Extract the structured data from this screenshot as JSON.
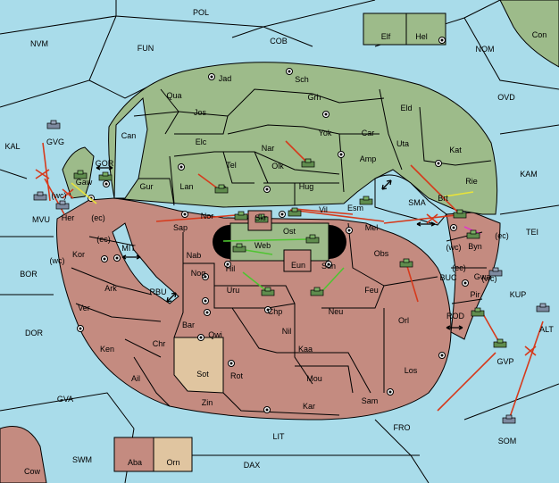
{
  "colors": {
    "sea": "#a9dcea",
    "green": "#9dbb8a",
    "red": "#c48b80",
    "tan": "#e0c5a0",
    "order_red": "#d63a1c",
    "order_green": "#4fc431",
    "order_yellow": "#e8e33a",
    "order_magenta": "#e03ac8",
    "neutral": "#ffffff"
  },
  "sea_labels": [
    "POL",
    "COB",
    "NVM",
    "FUN",
    "NOM",
    "OVD",
    "KAL",
    "KAM",
    "BOR",
    "TEI",
    "DOR",
    "GVA",
    "FRO",
    "SWM",
    "LIT",
    "DAX",
    "SMA",
    "MIT",
    "GOR",
    "RBU",
    "BUC",
    "ROD",
    "ALT",
    "KUP",
    "GVP",
    "SOM",
    "GVG",
    "MVU"
  ],
  "green_labels": [
    "Jad",
    "Sch",
    "Qua",
    "Grh",
    "Jos",
    "Eld",
    "Can",
    "Car",
    "Yok",
    "Elc",
    "Nar",
    "Uta",
    "Kat",
    "Amp",
    "Tel",
    "Olk",
    "Lan",
    "Hug",
    "Gur",
    "Rie",
    "Esm",
    "Brt",
    "Elf",
    "Hel",
    "Con",
    "Gaw"
  ],
  "red_labels": [
    "Vil",
    "Mel",
    "Nor",
    "Skr",
    "Ost",
    "Sap",
    "Web",
    "Byn",
    "Kor",
    "Nab",
    "Eun",
    "Obs",
    "Gwa",
    "Hil",
    "Sun",
    "Nog",
    "Ark",
    "Uru",
    "Feu",
    "Pir",
    "Chp",
    "Ver",
    "Neu",
    "Orl",
    "Nil",
    "Bar",
    "Qwi",
    "Ken",
    "Chr",
    "Kaa",
    "Ail",
    "Sot",
    "Rot",
    "Mou",
    "Los",
    "Zin",
    "Kar",
    "Sam",
    "Aba",
    "Orn",
    "Cow",
    "Her"
  ],
  "coast_tags": [
    "(wc)",
    "(ec)",
    "(ec)",
    "(wc)",
    "(ec)",
    "(wc)",
    "(ec)",
    "(wc)"
  ],
  "units": [
    "fleet",
    "fleet",
    "fleet",
    "fleet",
    "fleet",
    "fleet",
    "fleet",
    "fleet",
    "fleet",
    "fleet",
    "fleet",
    "fleet",
    "fleet",
    "fleet",
    "fleet",
    "fleet",
    "fleet",
    "fleet",
    "fleet",
    "fleet",
    "fleet",
    "fleet",
    "fleet"
  ]
}
